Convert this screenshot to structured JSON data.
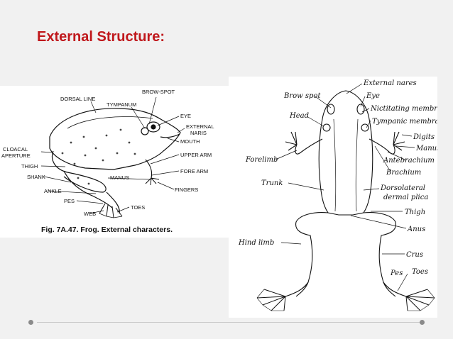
{
  "title": "External Structure:",
  "left_figure": {
    "labels": {
      "brow_spot": "BROW-SPOT",
      "dorsal_line": "DORSAL LINE",
      "tympanum": "TYMPANUM",
      "eye": "EYE",
      "external_naris_1": "EXTERNAL",
      "external_naris_2": "NARIS",
      "mouth": "MOUTH",
      "cloacal_aperture_1": "CLOACAL",
      "cloacal_aperture_2": "APERTURE",
      "thigh": "THIGH",
      "upper_arm": "UPPER ARM",
      "shank": "SHANK",
      "fore_arm": "FORE ARM",
      "manus": "MANUS",
      "ankle": "ANKLE",
      "fingers": "FINGERS",
      "pes": "PES",
      "toes": "TOES",
      "web": "WEB"
    },
    "caption": "Fig. 7A.47. Frog. External characters."
  },
  "right_figure": {
    "labels": {
      "external_nares": "External nares",
      "brow_spot": "Brow spot",
      "eye": "Eye",
      "nictitating_membrane": "Nictitating membrane",
      "head": "Head",
      "tympanic_membrane": "Tympanic membrane",
      "digits": "Digits",
      "manus": "Manus",
      "forelimb": "Forelimb",
      "antebrachium": "Antebrachium",
      "brachium": "Brachium",
      "trunk": "Trunk",
      "dorsolateral_1": "Dorsolateral",
      "dorsolateral_2": "dermal plica",
      "thigh": "Thigh",
      "anus": "Anus",
      "hind_limb": "Hind limb",
      "crus": "Crus",
      "pes": "Pes",
      "toes": "Toes"
    }
  }
}
